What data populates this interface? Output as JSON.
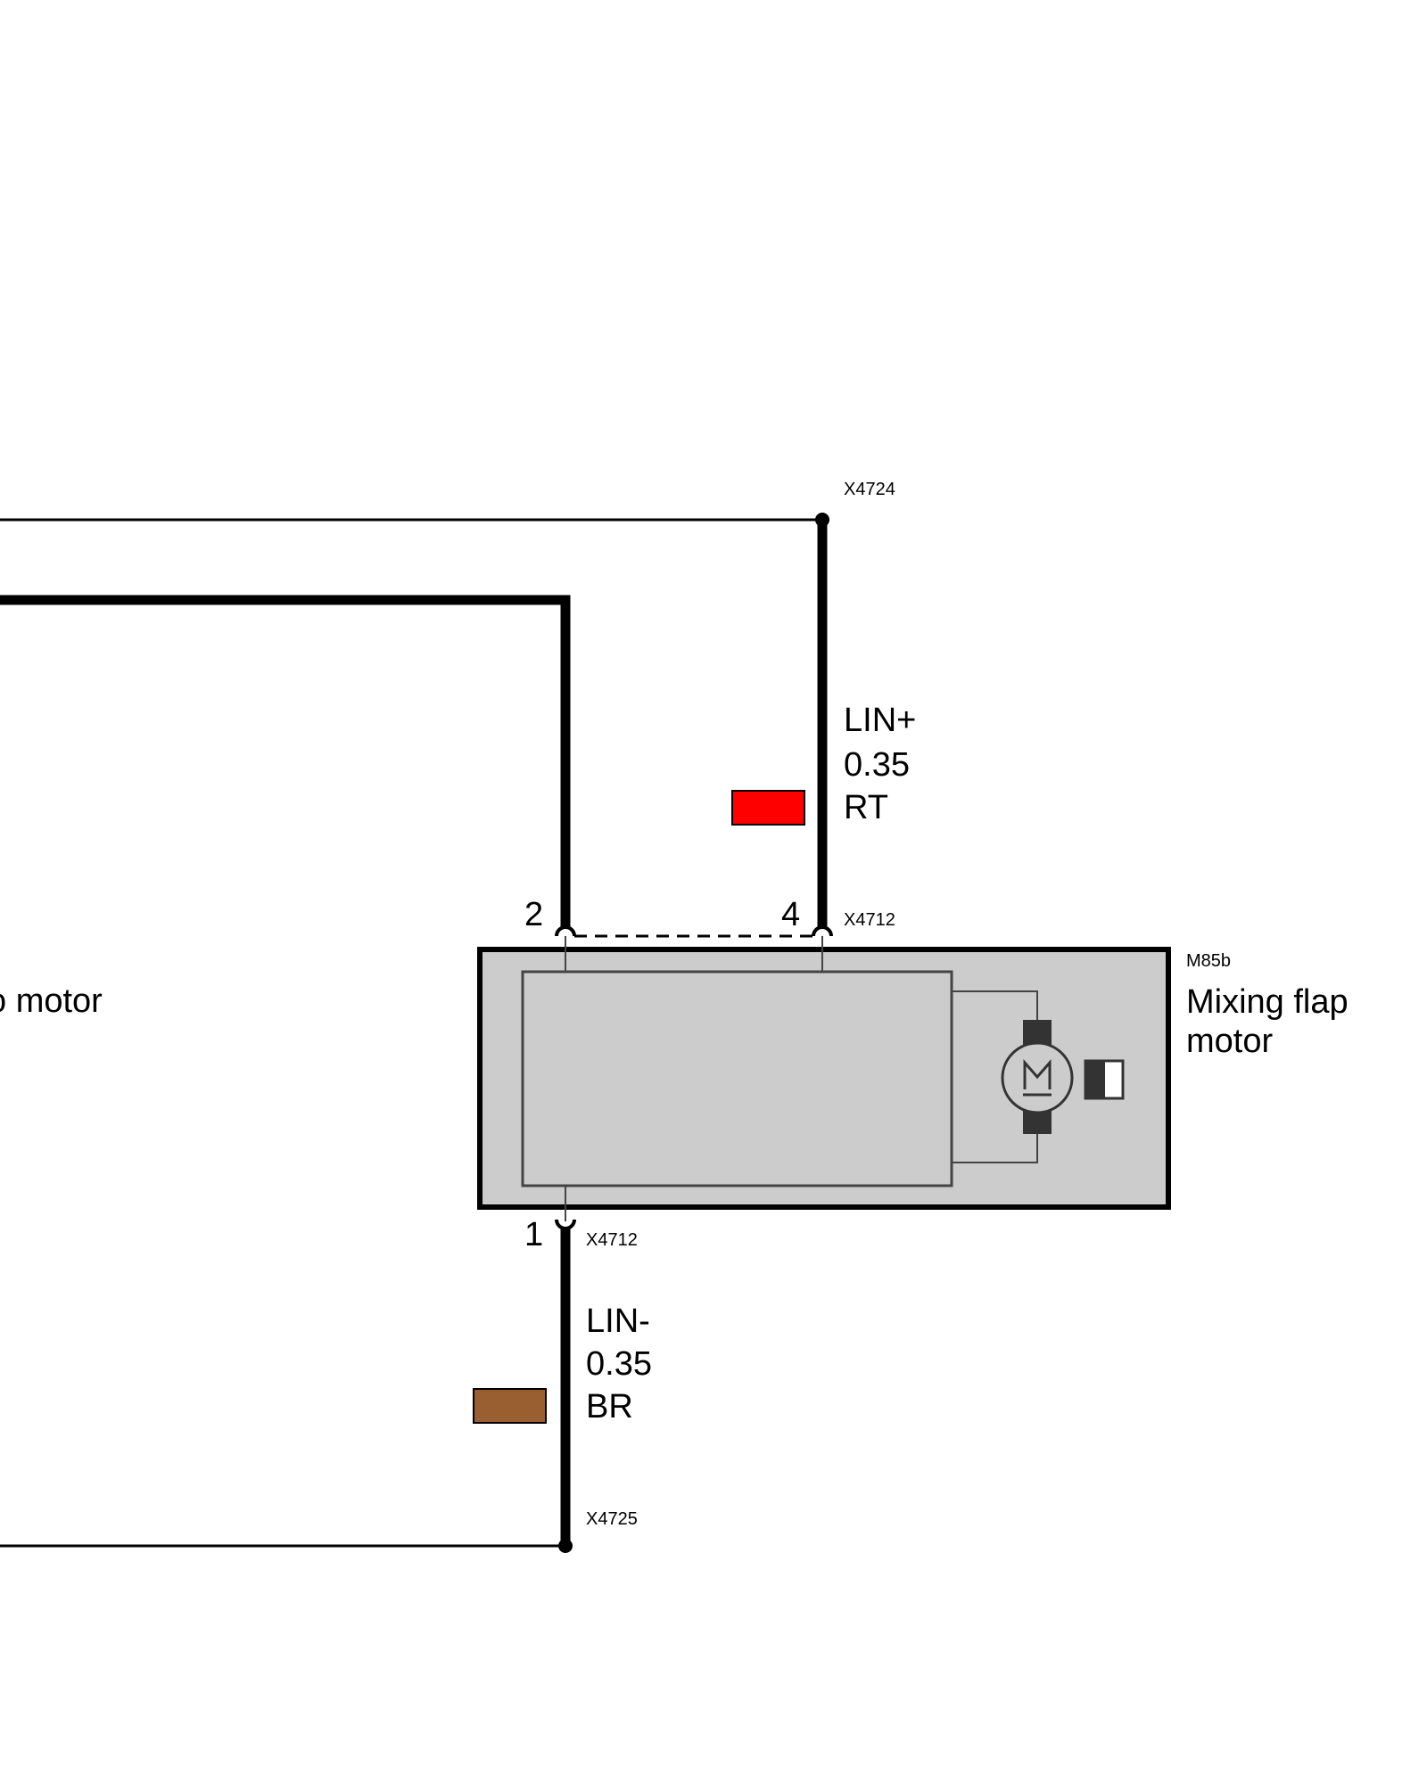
{
  "connectors": {
    "top_splice": "X4724",
    "motor_top": "X4712",
    "motor_bottom": "X4712",
    "bottom_splice": "X4725"
  },
  "pins": {
    "pin_2": "2",
    "pin_4": "4",
    "pin_1": "1"
  },
  "wires": {
    "lin_plus": {
      "signal": "LIN+",
      "gauge": "0.35",
      "color_code": "RT",
      "swatch_color": "#ff0000"
    },
    "lin_minus": {
      "signal": "LIN-",
      "gauge": "0.35",
      "color_code": "BR",
      "swatch_color": "#9a5f31"
    }
  },
  "component": {
    "id": "M85b",
    "name_line1": "Mixing flap",
    "name_line2": "motor",
    "motor_symbol": "M"
  },
  "left_partial_label": "o motor",
  "colors": {
    "component_fill": "#cccccc",
    "wire": "#000000"
  }
}
